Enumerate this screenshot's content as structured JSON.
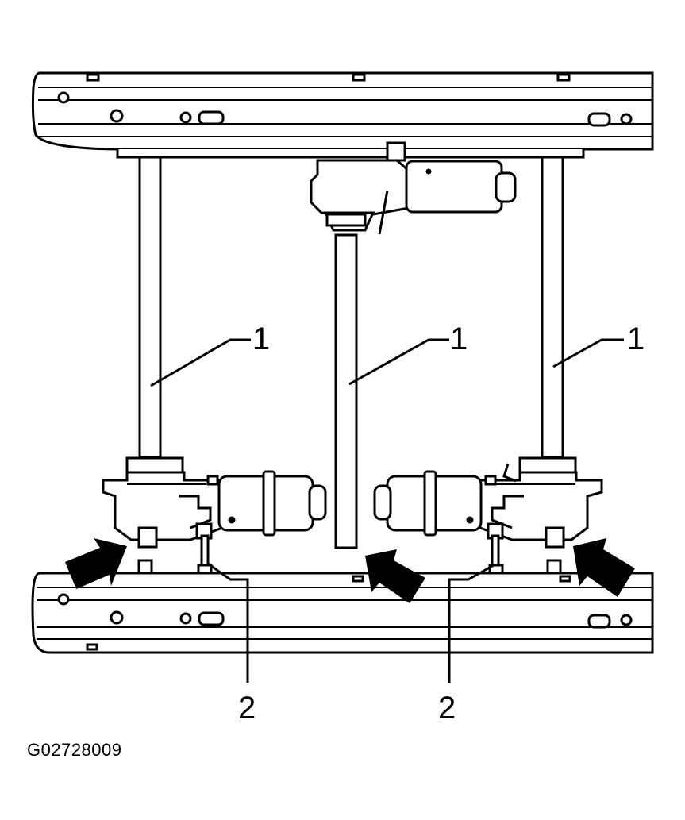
{
  "callouts": {
    "label_1_left": "1",
    "label_1_center": "1",
    "label_1_right": "1",
    "label_2_left": "2",
    "label_2_right": "2"
  },
  "figure_id": "G02728009",
  "icons": [
    "arrow-icon",
    "arrow-icon",
    "arrow-icon"
  ]
}
